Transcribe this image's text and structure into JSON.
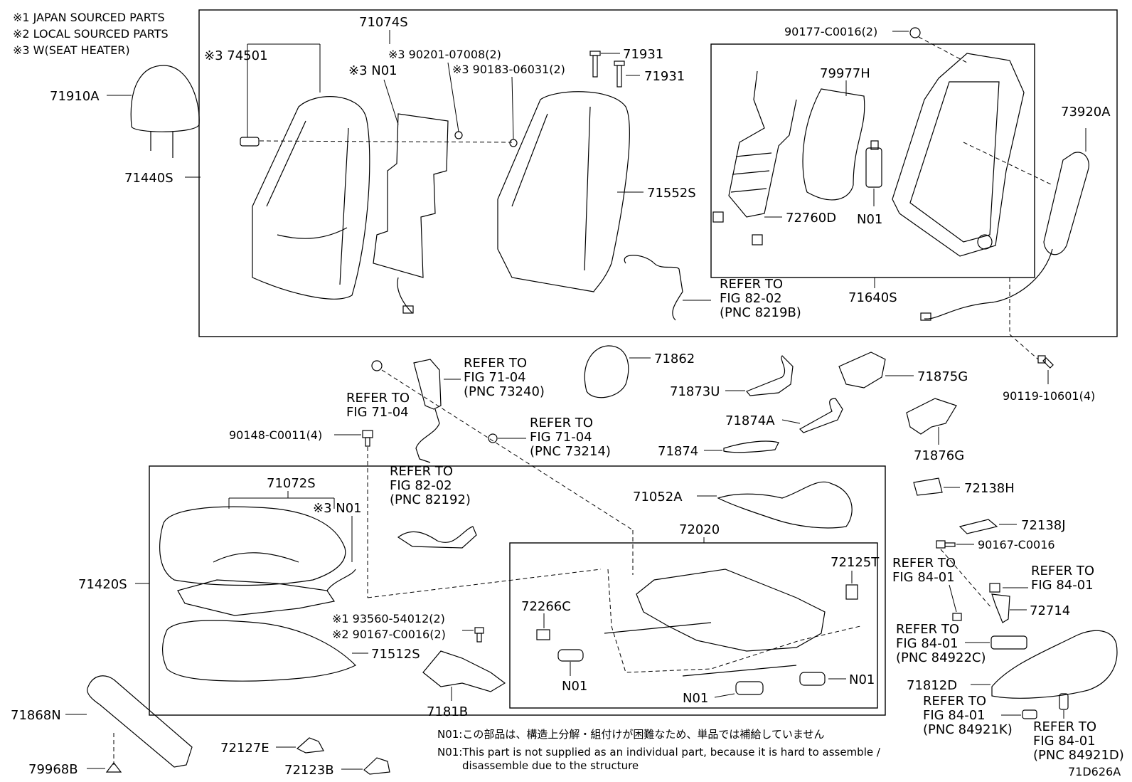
{
  "legend": [
    "※1 JAPAN SOURCED PARTS",
    "※2 LOCAL SOURCED PARTS",
    "※3 W(SEAT HEATER)"
  ],
  "labels": {
    "p71074S": "71074S",
    "p74501": "※3 74501",
    "p90201": "※3 90201-07008(2)",
    "pN01_back": "※3 N01",
    "p90183": "※3 90183-06031(2)",
    "p71931a": "71931",
    "p71931b": "71931",
    "p90177": "90177-C0016(2)",
    "p79977H": "79977H",
    "p73920A": "73920A",
    "p71910A": "71910A",
    "p71440S": "71440S",
    "p71552S": "71552S",
    "p72760D": "72760D",
    "pN01_frame": "N01",
    "p71640S": "71640S",
    "ref_8219B_1": "REFER TO",
    "ref_8219B_2": "FIG 82-02",
    "ref_8219B_3": "(PNC 8219B)",
    "p71862": "71862",
    "ref_7104_1": "REFER TO",
    "ref_7104_2": "FIG 71-04",
    "ref_73240_1": "REFER TO",
    "ref_73240_2": "FIG 71-04",
    "ref_73240_3": "(PNC 73240)",
    "p71873U": "71873U",
    "p71875G": "71875G",
    "p90119": "90119-10601(4)",
    "p90148": "90148-C0011(4)",
    "ref_73214_1": "REFER TO",
    "ref_73214_2": "FIG 71-04",
    "ref_73214_3": "(PNC 73214)",
    "p71874A": "71874A",
    "p71874": "71874",
    "p71876G": "71876G",
    "p72138H": "72138H",
    "p71072S": "71072S",
    "ref_82192_1": "REFER TO",
    "ref_82192_2": "FIG 82-02",
    "ref_82192_3": "(PNC 82192)",
    "p71052A": "71052A",
    "pN01_cush": "※3 N01",
    "p72020": "72020",
    "p72138J": "72138J",
    "p90167a": "90167-C0016",
    "p72125T": "72125T",
    "ref_8401a_1": "REFER TO",
    "ref_8401a_2": "FIG 84-01",
    "ref_8401b_1": "REFER TO",
    "ref_8401b_2": "FIG 84-01",
    "p71420S": "71420S",
    "p72266C": "72266C",
    "p72714": "72714",
    "p93560": "※1 93560-54012(2)",
    "p90167b": "※2 90167-C0016(2)",
    "ref_84922C_1": "REFER TO",
    "ref_84922C_2": "FIG 84-01",
    "ref_84922C_3": "(PNC 84922C)",
    "p71512S": "71512S",
    "pN01_a": "N01",
    "pN01_b": "N01",
    "pN01_c": "N01",
    "p7181B": "7181B",
    "p71812D": "71812D",
    "p71868N": "71868N",
    "ref_84921K_1": "REFER TO",
    "ref_84921K_2": "FIG 84-01",
    "ref_84921K_3": "(PNC 84921K)",
    "ref_84921D_1": "REFER TO",
    "ref_84921D_2": "FIG 84-01",
    "ref_84921D_3": "(PNC 84921D)",
    "p72127E": "72127E",
    "p72123B": "72123B",
    "p79968B": "79968B"
  },
  "notes": {
    "jp": "N01:この部品は、構造上分解・組付けが困難なため、単品では補給していません",
    "en1": "N01:This part is not supplied as an individual part, because it is hard to assemble /",
    "en2": "disassemble due to the structure"
  },
  "figure_id": "71D626A"
}
